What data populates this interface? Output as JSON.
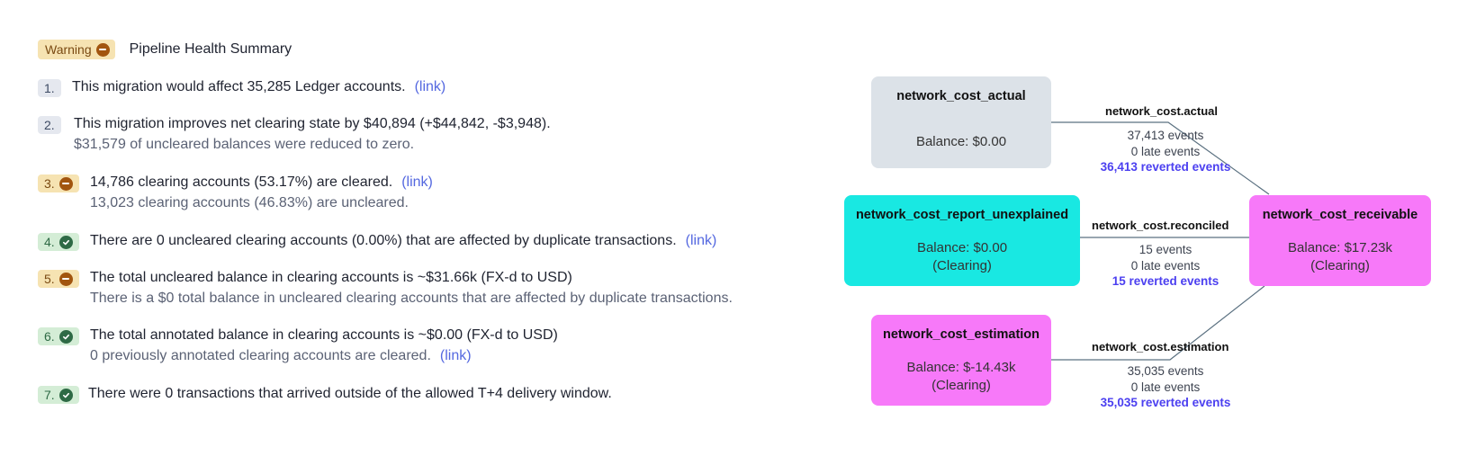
{
  "summary": {
    "badge_label": "Warning",
    "badge_icon": "stop-icon",
    "title": "Pipeline Health Summary",
    "link_text": "(link)",
    "items": [
      {
        "number": "1.",
        "status": "none",
        "text": "This migration would affect 35,285 Ledger accounts.",
        "has_link": true,
        "subtext": ""
      },
      {
        "number": "2.",
        "status": "none",
        "text": "This migration improves net clearing state by $40,894 (+$44,842, -$3,948).",
        "has_link": false,
        "subtext": "$31,579 of uncleared balances were reduced to zero."
      },
      {
        "number": "3.",
        "status": "warning",
        "text": "14,786 clearing accounts (53.17%) are cleared.",
        "has_link": true,
        "subtext": "13,023 clearing accounts (46.83%) are uncleared."
      },
      {
        "number": "4.",
        "status": "ok",
        "text": "There are 0 uncleared clearing accounts (0.00%) that are affected by duplicate transactions.",
        "has_link": true,
        "subtext": ""
      },
      {
        "number": "5.",
        "status": "warning",
        "text": "The total uncleared balance in clearing accounts is ~$31.66k (FX-d to USD)",
        "has_link": false,
        "subtext": "There is a $0 total balance in uncleared clearing accounts that are affected by duplicate transactions."
      },
      {
        "number": "6.",
        "status": "ok",
        "text": "The total annotated balance in clearing accounts is ~$0.00 (FX-d to USD)",
        "has_link": false,
        "subtext": "0 previously annotated clearing accounts are cleared.",
        "subtext_link": true
      },
      {
        "number": "7.",
        "status": "ok",
        "text": "There were 0 transactions that arrived outside of the allowed T+4 delivery window.",
        "has_link": false,
        "subtext": ""
      }
    ]
  },
  "diagram": {
    "nodes": [
      {
        "id": "actual",
        "name": "network_cost_actual",
        "balance": "Balance: $0.00",
        "clearing": "",
        "color": "#dce2e8"
      },
      {
        "id": "unexplained",
        "name": "network_cost_report_unexplained",
        "balance": "Balance: $0.00",
        "clearing": "(Clearing)",
        "color": "#19e8e2"
      },
      {
        "id": "estimation",
        "name": "network_cost_estimation",
        "balance": "Balance: $-14.43k",
        "clearing": "(Clearing)",
        "color": "#f779f9"
      },
      {
        "id": "receivable",
        "name": "network_cost_receivable",
        "balance": "Balance: $17.23k",
        "clearing": "(Clearing)",
        "color": "#f779f9"
      }
    ],
    "edges": [
      {
        "label": "network_cost.actual",
        "events": "37,413 events",
        "late": "0 late events",
        "reverted": "36,413 reverted events"
      },
      {
        "label": "network_cost.reconciled",
        "events": "15 events",
        "late": "0 late events",
        "reverted": "15 reverted events"
      },
      {
        "label": "network_cost.estimation",
        "events": "35,035 events",
        "late": "0 late events",
        "reverted": "35,035 reverted events"
      }
    ]
  },
  "colors": {
    "warning_bg": "#f6e3b2",
    "warning_fg": "#a2550f",
    "ok_bg": "#d4edd6",
    "ok_fg": "#2e6a45",
    "neutral_bg": "#e5e8ef",
    "link": "#5468e0",
    "reverted": "#4b3ff0",
    "edge_line": "#5a7080"
  }
}
